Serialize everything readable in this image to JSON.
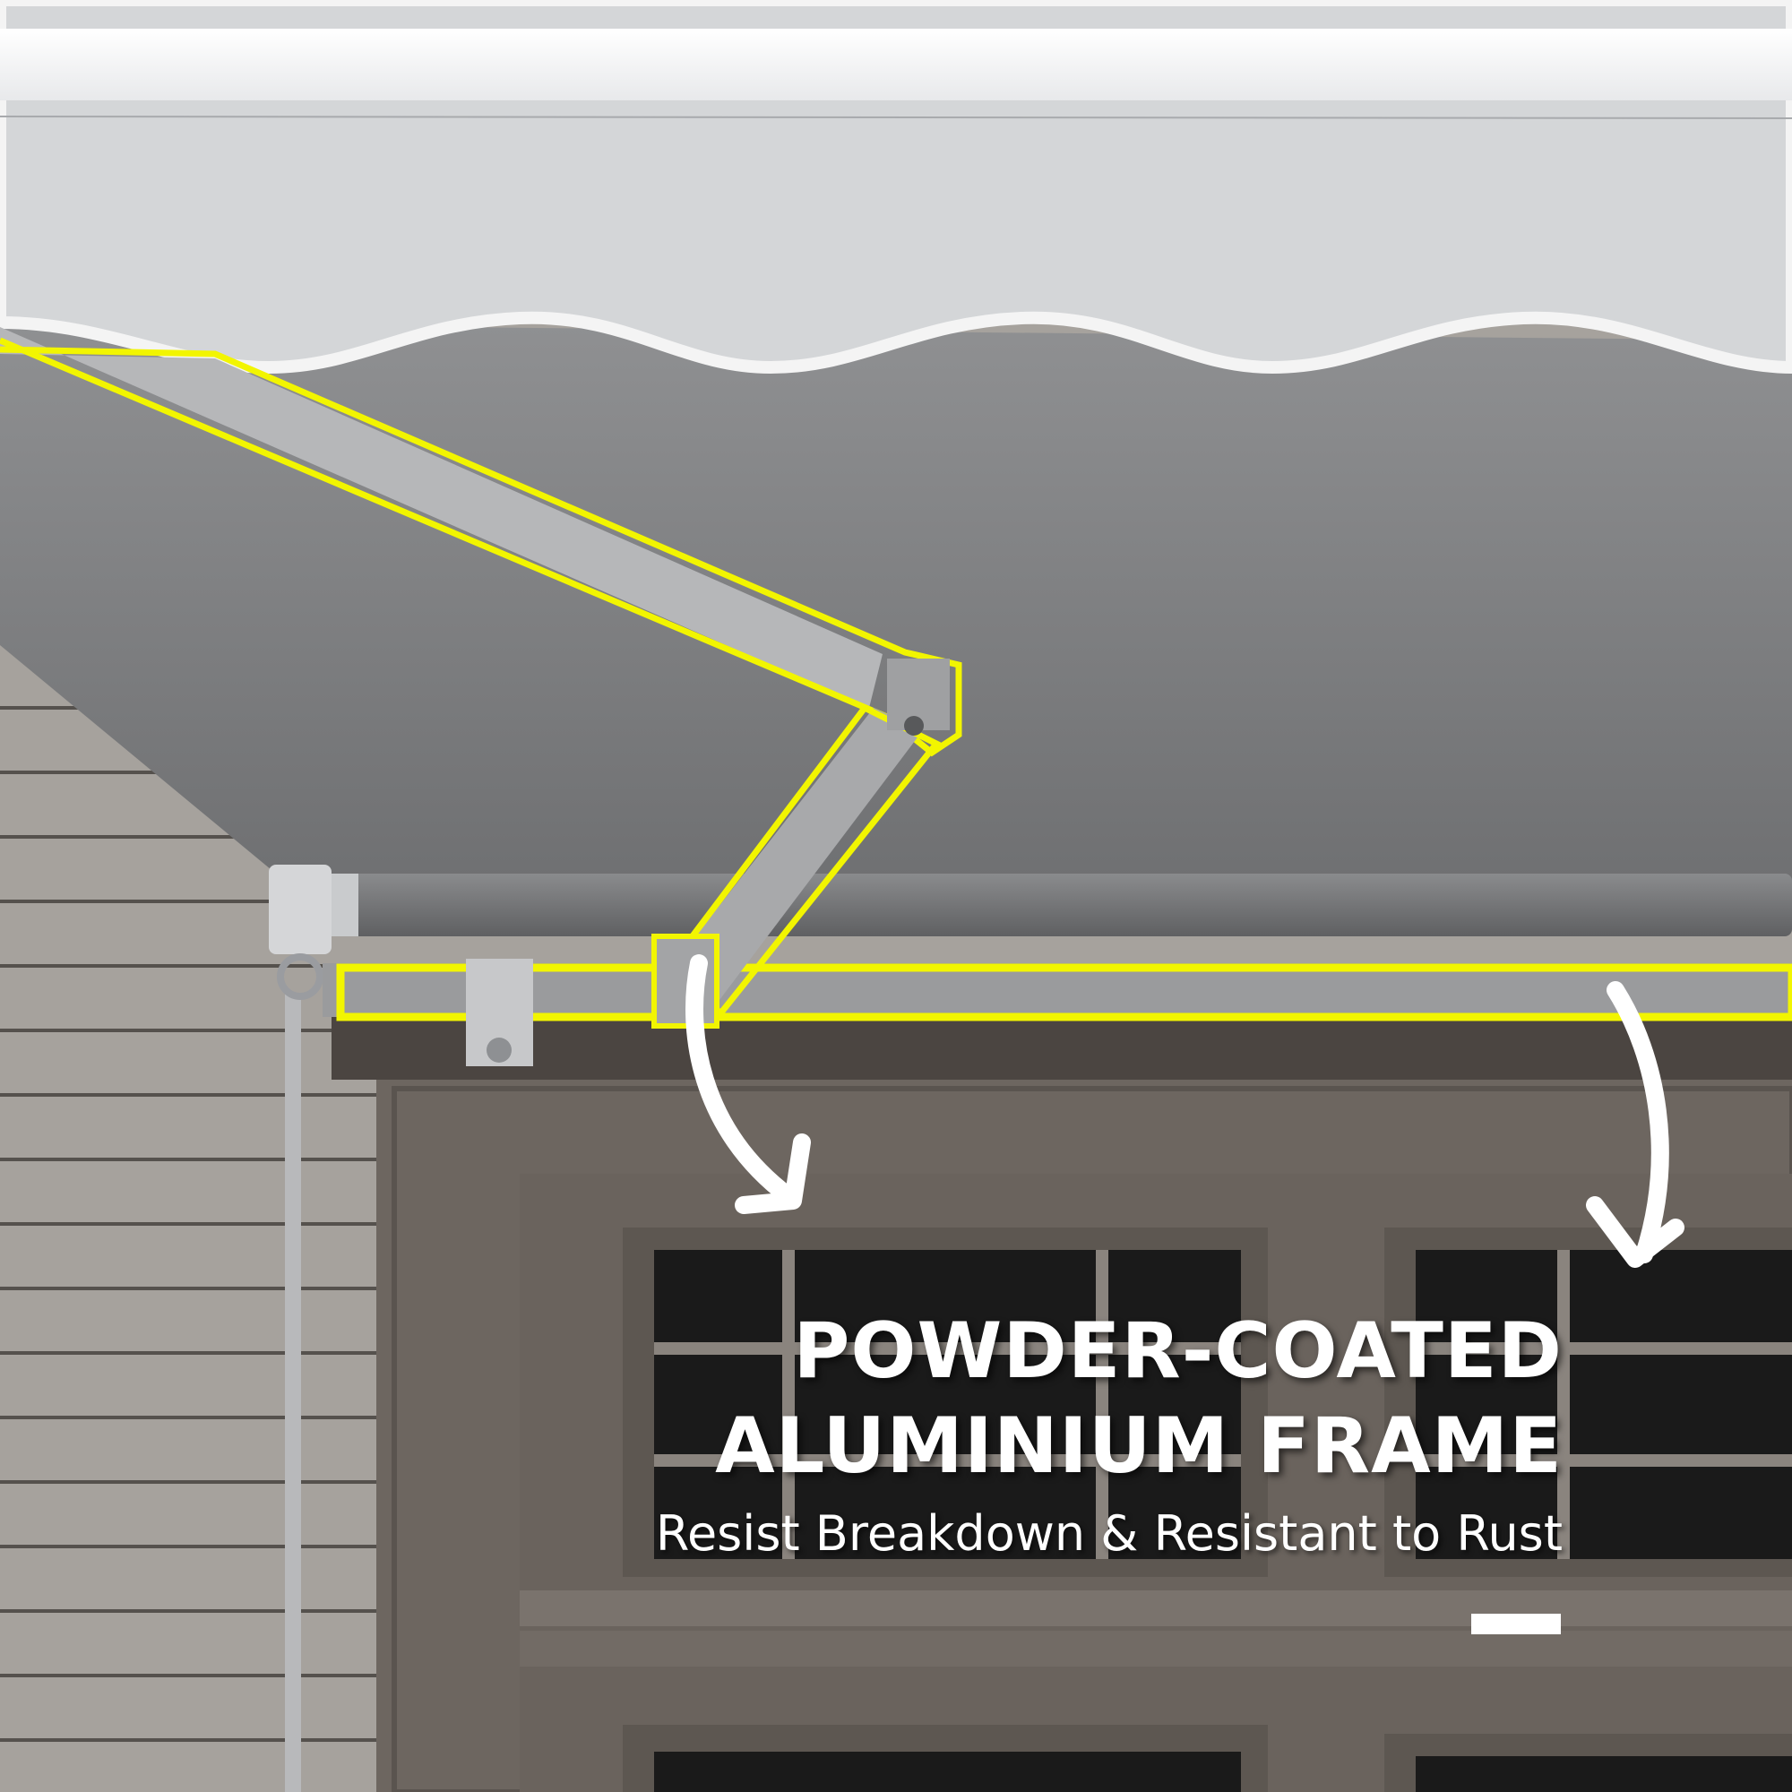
{
  "feature": {
    "headline_line1": "POWDER-COATED",
    "headline_line2": "ALUMINIUM FRAME",
    "subheadline": "Resist Breakdown & Resistant to Rust"
  },
  "colors": {
    "highlight": "#f2f500",
    "canopy_top": "#d6d8da",
    "canopy_under": "#7f8082",
    "door_frame": "#6e6761",
    "wall_wood": "#a9a49f",
    "text": "#ffffff"
  },
  "icons": [
    "arrow-down-curved-icon",
    "arrow-down-curved-icon"
  ]
}
